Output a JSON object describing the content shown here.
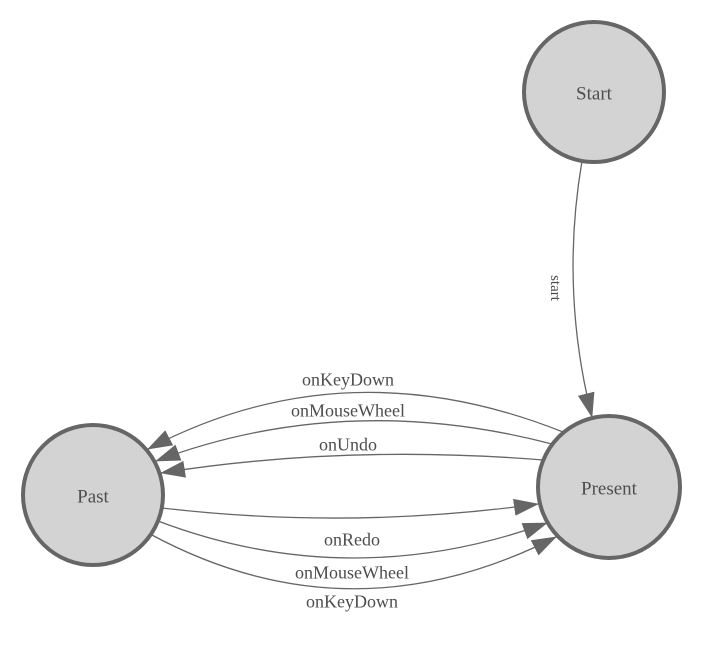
{
  "diagram": {
    "type": "state-machine-diagram",
    "colors": {
      "background": "#ffffff",
      "node_fill": "#d3d3d3",
      "node_stroke": "#666666",
      "edge_stroke": "#666666",
      "arrowhead_fill": "#666666",
      "text": "#4d4d4d"
    },
    "nodes": [
      {
        "id": "start",
        "label": "Start"
      },
      {
        "id": "past",
        "label": "Past"
      },
      {
        "id": "present",
        "label": "Present"
      }
    ],
    "edges": [
      {
        "from": "Start",
        "to": "Present",
        "label": "start"
      },
      {
        "from": "Present",
        "to": "Past",
        "label": "onKeyDown"
      },
      {
        "from": "Present",
        "to": "Past",
        "label": "onMouseWheel"
      },
      {
        "from": "Present",
        "to": "Past",
        "label": "onUndo"
      },
      {
        "from": "Past",
        "to": "Present",
        "label": "onRedo"
      },
      {
        "from": "Past",
        "to": "Present",
        "label": "onMouseWheel"
      },
      {
        "from": "Past",
        "to": "Present",
        "label": "onKeyDown"
      }
    ]
  }
}
